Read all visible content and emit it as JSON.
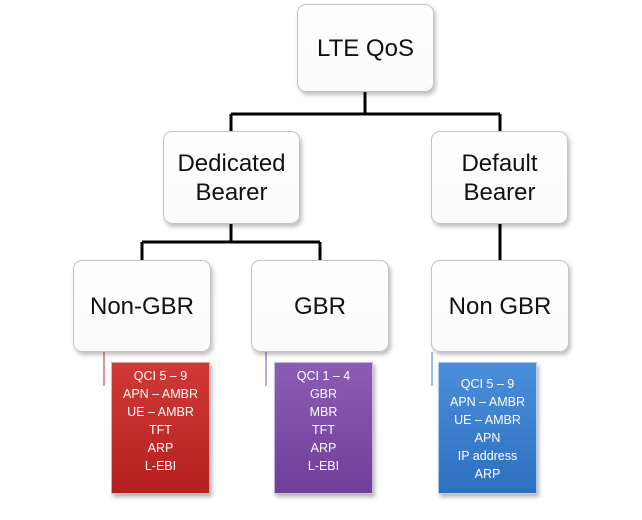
{
  "root": {
    "label": "LTE QoS"
  },
  "dedicated": {
    "line1": "Dedicated",
    "line2": "Bearer"
  },
  "default": {
    "line1": "Default",
    "line2": "Bearer"
  },
  "non_gbr": {
    "label": "Non-GBR"
  },
  "gbr": {
    "label": "GBR"
  },
  "default_non_gbr": {
    "label": "Non GBR"
  },
  "non_gbr_params": [
    "QCI 5 – 9",
    "APN – AMBR",
    "UE – AMBR",
    "TFT",
    "ARP",
    "L-EBI"
  ],
  "gbr_params": [
    "QCI 1 – 4",
    "GBR",
    "MBR",
    "TFT",
    "ARP",
    "L-EBI"
  ],
  "default_params": [
    "QCI 5 – 9",
    "APN – AMBR",
    "UE – AMBR",
    "APN",
    "IP address",
    "ARP"
  ],
  "colors": {
    "connector": "#000000",
    "red_box": "#c42a27",
    "purple_box": "#7e4ea7",
    "blue_box": "#3a7ecd",
    "red_tick": "#c42a27",
    "purple_tick": "#7e4ea7",
    "blue_tick": "#3a7ecd"
  }
}
